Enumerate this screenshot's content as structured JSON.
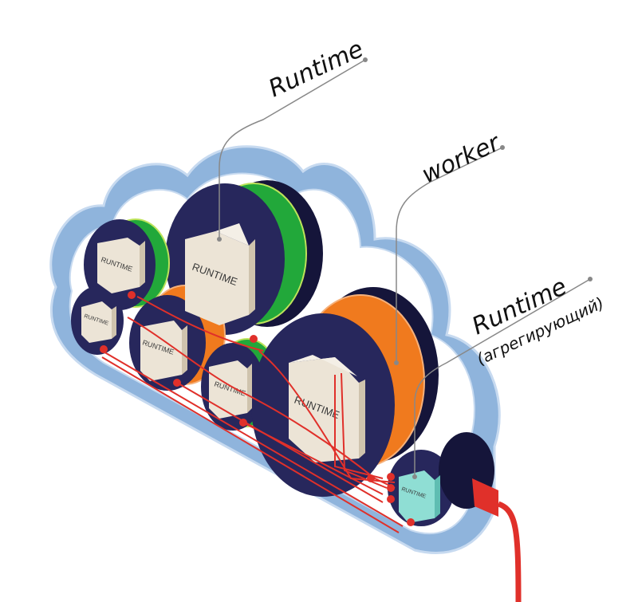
{
  "labels": {
    "runtime_top": "Runtime",
    "worker": "worker",
    "runtime_agg": "Runtime",
    "runtime_agg_note": "(агрегирующий)"
  },
  "boxes": {
    "big_top": "RUNTIME",
    "left_top": "RUNTIME",
    "left_small": "RUNTIME",
    "mid_left": "RUNTIME",
    "mid_small": "RUNTIME",
    "big_front": "RUNTIME",
    "agg": "RUNTIME"
  },
  "colors": {
    "cloud_fill": "#8fb4dc",
    "cloud_edge": "#c7daf0",
    "drum": "#27275c",
    "drum_dark": "#15153a",
    "coil_green": "#22a83a",
    "coil_orange": "#f07a1e",
    "box_face": "#ece4d6",
    "box_side": "#cfc3ad",
    "agg_box": "#8fded4",
    "cable": "#e0302a",
    "leader": "#888888"
  }
}
